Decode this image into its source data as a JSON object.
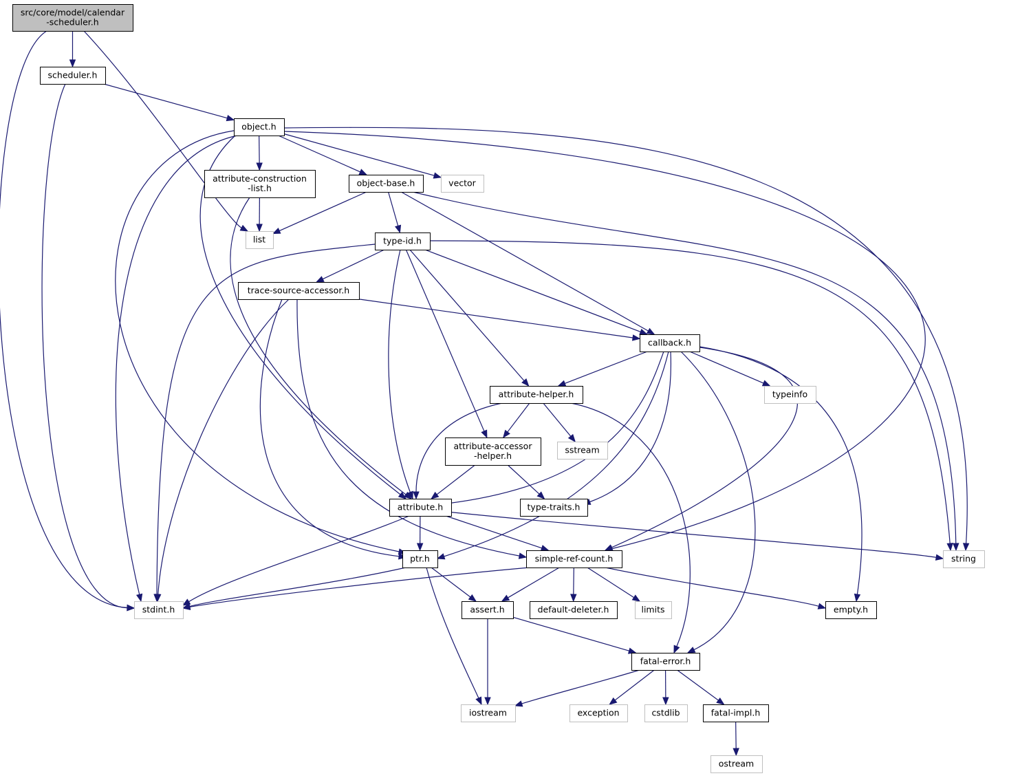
{
  "graph": {
    "nodes": [
      {
        "id": "root",
        "lines": [
          "src/core/model/calendar",
          "-scheduler.h"
        ],
        "kind": "root"
      },
      {
        "id": "scheduler",
        "lines": [
          "scheduler.h"
        ],
        "kind": "internal"
      },
      {
        "id": "object",
        "lines": [
          "object.h"
        ],
        "kind": "internal"
      },
      {
        "id": "attrcons",
        "lines": [
          "attribute-construction",
          "-list.h"
        ],
        "kind": "internal"
      },
      {
        "id": "objbase",
        "lines": [
          "object-base.h"
        ],
        "kind": "internal"
      },
      {
        "id": "vector",
        "lines": [
          "vector"
        ],
        "kind": "external"
      },
      {
        "id": "list",
        "lines": [
          "list"
        ],
        "kind": "external"
      },
      {
        "id": "typeid",
        "lines": [
          "type-id.h"
        ],
        "kind": "internal"
      },
      {
        "id": "tsa",
        "lines": [
          "trace-source-accessor.h"
        ],
        "kind": "internal"
      },
      {
        "id": "callback",
        "lines": [
          "callback.h"
        ],
        "kind": "internal"
      },
      {
        "id": "typeinfo",
        "lines": [
          "typeinfo"
        ],
        "kind": "external"
      },
      {
        "id": "attrhelper",
        "lines": [
          "attribute-helper.h"
        ],
        "kind": "internal"
      },
      {
        "id": "sstream",
        "lines": [
          "sstream"
        ],
        "kind": "external"
      },
      {
        "id": "aah",
        "lines": [
          "attribute-accessor",
          "-helper.h"
        ],
        "kind": "internal"
      },
      {
        "id": "attribute",
        "lines": [
          "attribute.h"
        ],
        "kind": "internal"
      },
      {
        "id": "typetraits",
        "lines": [
          "type-traits.h"
        ],
        "kind": "internal"
      },
      {
        "id": "string",
        "lines": [
          "string"
        ],
        "kind": "external"
      },
      {
        "id": "ptr",
        "lines": [
          "ptr.h"
        ],
        "kind": "internal"
      },
      {
        "id": "src",
        "lines": [
          "simple-ref-count.h"
        ],
        "kind": "internal"
      },
      {
        "id": "stdint",
        "lines": [
          "stdint.h"
        ],
        "kind": "external"
      },
      {
        "id": "assert",
        "lines": [
          "assert.h"
        ],
        "kind": "internal"
      },
      {
        "id": "defdel",
        "lines": [
          "default-deleter.h"
        ],
        "kind": "internal"
      },
      {
        "id": "limits",
        "lines": [
          "limits"
        ],
        "kind": "external"
      },
      {
        "id": "empty",
        "lines": [
          "empty.h"
        ],
        "kind": "internal"
      },
      {
        "id": "fatalerr",
        "lines": [
          "fatal-error.h"
        ],
        "kind": "internal"
      },
      {
        "id": "iostream",
        "lines": [
          "iostream"
        ],
        "kind": "external"
      },
      {
        "id": "exception",
        "lines": [
          "exception"
        ],
        "kind": "external"
      },
      {
        "id": "cstdlib",
        "lines": [
          "cstdlib"
        ],
        "kind": "external"
      },
      {
        "id": "fatalimpl",
        "lines": [
          "fatal-impl.h"
        ],
        "kind": "internal"
      },
      {
        "id": "ostream",
        "lines": [
          "ostream"
        ],
        "kind": "external"
      }
    ],
    "edges": [
      [
        "root",
        "scheduler"
      ],
      [
        "root",
        "list"
      ],
      [
        "root",
        "stdint"
      ],
      [
        "scheduler",
        "object"
      ],
      [
        "scheduler",
        "stdint"
      ],
      [
        "object",
        "attrcons"
      ],
      [
        "object",
        "objbase"
      ],
      [
        "object",
        "vector"
      ],
      [
        "object",
        "string"
      ],
      [
        "object",
        "src"
      ],
      [
        "object",
        "attribute"
      ],
      [
        "object",
        "ptr"
      ],
      [
        "object",
        "stdint"
      ],
      [
        "attrcons",
        "list"
      ],
      [
        "attrcons",
        "attribute"
      ],
      [
        "objbase",
        "list"
      ],
      [
        "objbase",
        "typeid"
      ],
      [
        "objbase",
        "callback"
      ],
      [
        "objbase",
        "string"
      ],
      [
        "typeid",
        "tsa"
      ],
      [
        "typeid",
        "callback"
      ],
      [
        "typeid",
        "attrhelper"
      ],
      [
        "typeid",
        "aah"
      ],
      [
        "typeid",
        "attribute"
      ],
      [
        "typeid",
        "string"
      ],
      [
        "typeid",
        "stdint"
      ],
      [
        "tsa",
        "callback"
      ],
      [
        "tsa",
        "ptr"
      ],
      [
        "tsa",
        "src"
      ],
      [
        "tsa",
        "stdint"
      ],
      [
        "callback",
        "attrhelper"
      ],
      [
        "callback",
        "typeinfo"
      ],
      [
        "callback",
        "attribute"
      ],
      [
        "callback",
        "typetraits"
      ],
      [
        "callback",
        "ptr"
      ],
      [
        "callback",
        "src"
      ],
      [
        "callback",
        "fatalerr"
      ],
      [
        "callback",
        "empty"
      ],
      [
        "attrhelper",
        "aah"
      ],
      [
        "attrhelper",
        "sstream"
      ],
      [
        "attrhelper",
        "attribute"
      ],
      [
        "attrhelper",
        "fatalerr"
      ],
      [
        "aah",
        "attribute"
      ],
      [
        "aah",
        "typetraits"
      ],
      [
        "attribute",
        "ptr"
      ],
      [
        "attribute",
        "src"
      ],
      [
        "attribute",
        "string"
      ],
      [
        "attribute",
        "stdint"
      ],
      [
        "ptr",
        "stdint"
      ],
      [
        "ptr",
        "assert"
      ],
      [
        "ptr",
        "iostream"
      ],
      [
        "src",
        "stdint"
      ],
      [
        "src",
        "assert"
      ],
      [
        "src",
        "defdel"
      ],
      [
        "src",
        "limits"
      ],
      [
        "src",
        "empty"
      ],
      [
        "assert",
        "fatalerr"
      ],
      [
        "assert",
        "iostream"
      ],
      [
        "fatalerr",
        "iostream"
      ],
      [
        "fatalerr",
        "exception"
      ],
      [
        "fatalerr",
        "cstdlib"
      ],
      [
        "fatalerr",
        "fatalimpl"
      ],
      [
        "fatalimpl",
        "ostream"
      ]
    ]
  }
}
